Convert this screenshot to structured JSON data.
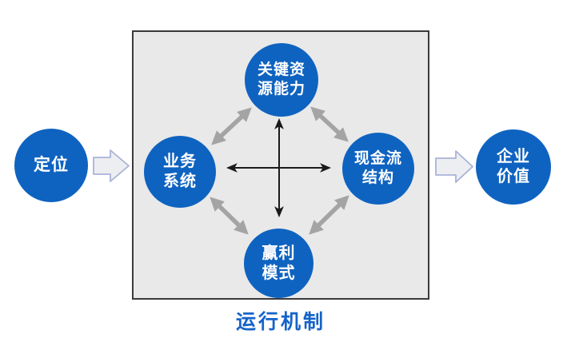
{
  "diagram": {
    "caption": "运行机制",
    "nodes": {
      "positioning": {
        "label": "定位"
      },
      "resources": {
        "line1": "关键资",
        "line2": "源能力"
      },
      "business": {
        "line1": "业务",
        "line2": "系统"
      },
      "cashflow": {
        "line1": "现金流",
        "line2": "结构"
      },
      "profit": {
        "line1": "赢利",
        "line2": "模式"
      },
      "value": {
        "line1": "企业",
        "line2": "价值"
      }
    },
    "colors": {
      "node_blue": "#0f63c0",
      "caption_blue": "#1563c8",
      "box_fill": "#e9e9e9",
      "box_border": "#3a3a3a",
      "gray_arrow": "#a4a4a4",
      "black_arrow": "#1a1a1a",
      "flow_arrow_fill": "#edeef1",
      "flow_arrow_stroke": "#a9b2d8"
    }
  }
}
